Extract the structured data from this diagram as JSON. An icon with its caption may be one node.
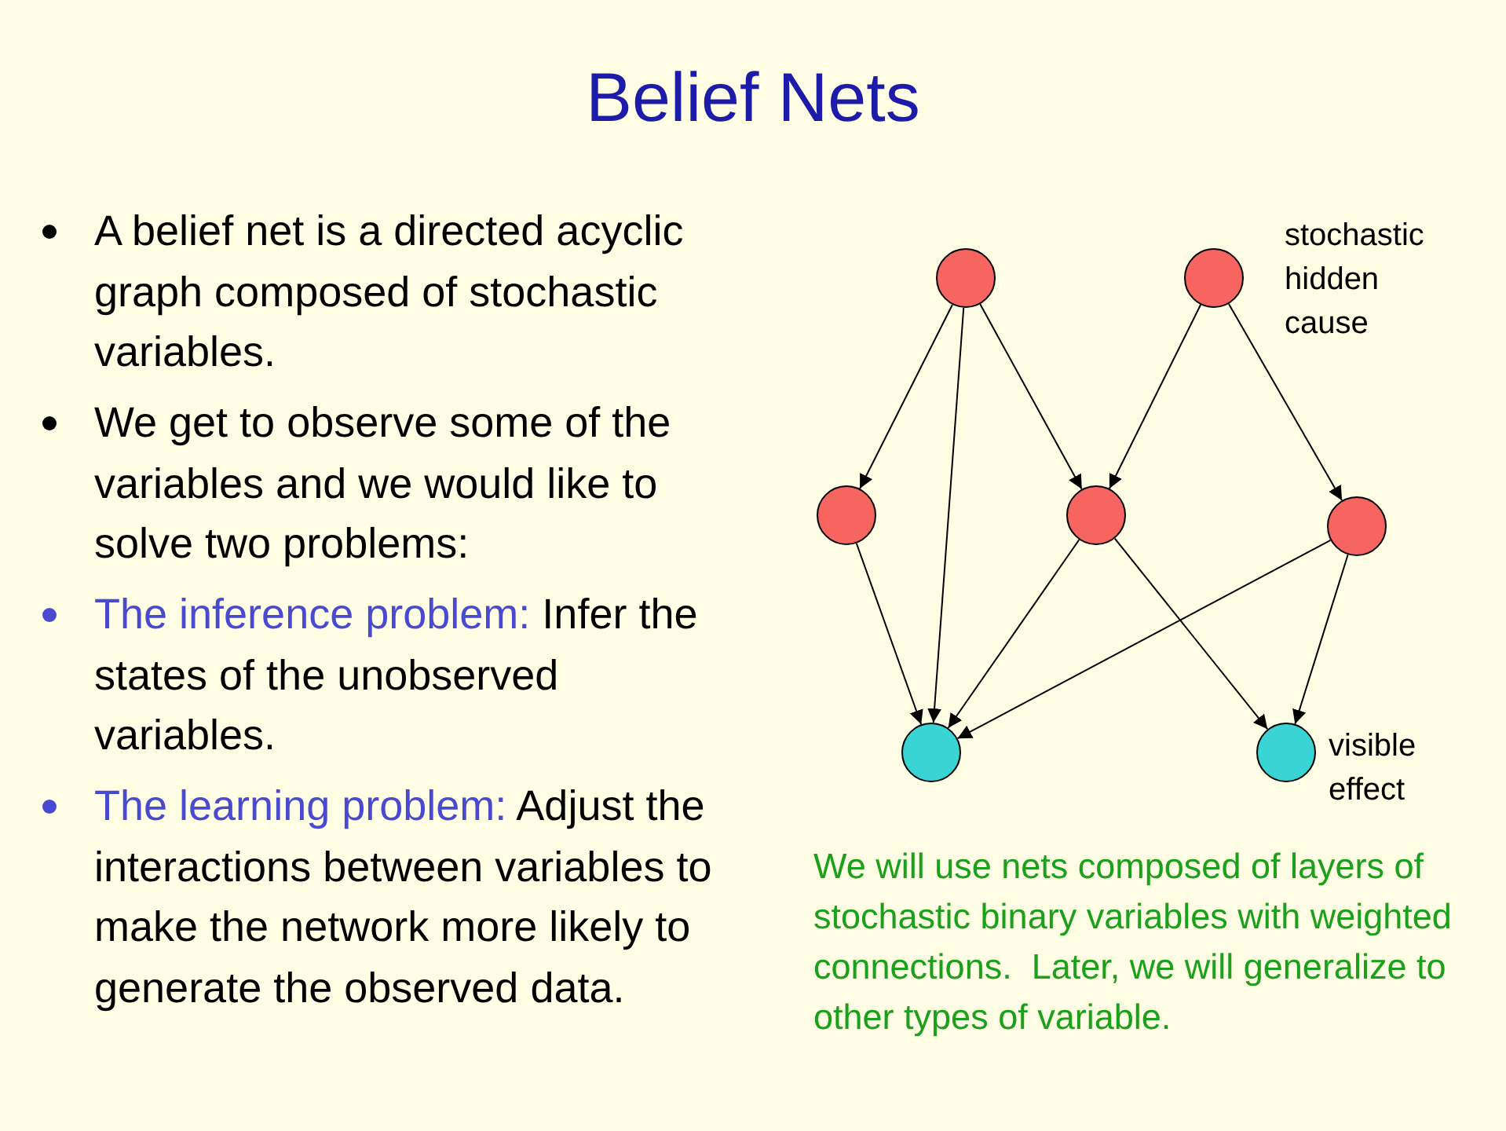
{
  "diagram": {
    "title": "Belief Nets",
    "nodes": [
      {
        "text": [],
        "shape": "circle"
      },
      {
        "text": [],
        "shape": "circle",
        "beside": [
          "stochastic hidden cause"
        ]
      },
      {
        "text": [],
        "shape": "circle"
      },
      {
        "text": [],
        "shape": "circle"
      },
      {
        "text": [],
        "shape": "circle"
      },
      {
        "text": [],
        "shape": "circle"
      },
      {
        "text": [],
        "shape": "circle",
        "beside": [
          "visible effect"
        ]
      }
    ],
    "edges": [
      {
        "from": 0,
        "to": 2,
        "arrow": "to"
      },
      {
        "from": 0,
        "to": 5,
        "arrow": "to"
      },
      {
        "from": 0,
        "to": 3,
        "arrow": "to"
      },
      {
        "from": 1,
        "to": 3,
        "arrow": "to"
      },
      {
        "from": 1,
        "to": 4,
        "arrow": "to"
      },
      {
        "from": 2,
        "to": 5,
        "arrow": "to"
      },
      {
        "from": 3,
        "to": 5,
        "arrow": "to"
      },
      {
        "from": 3,
        "to": 6,
        "arrow": "to"
      },
      {
        "from": 4,
        "to": 5,
        "arrow": "to"
      },
      {
        "from": 4,
        "to": 6,
        "arrow": "to"
      }
    ],
    "labels": [
      "A belief net is a directed acyclic graph composed of stochastic variables.",
      "We get to observe some of the variables and we would like to solve two problems:",
      "The inference problem:",
      "Infer the states of the unobserved variables.",
      "The learning problem:",
      "Adjust the interactions between variables to make the network more likely to generate the observed data.",
      "We will use nets composed of layers of stochastic binary variables with weighted connections.  Later, we will generalize to other types of variable."
    ]
  }
}
